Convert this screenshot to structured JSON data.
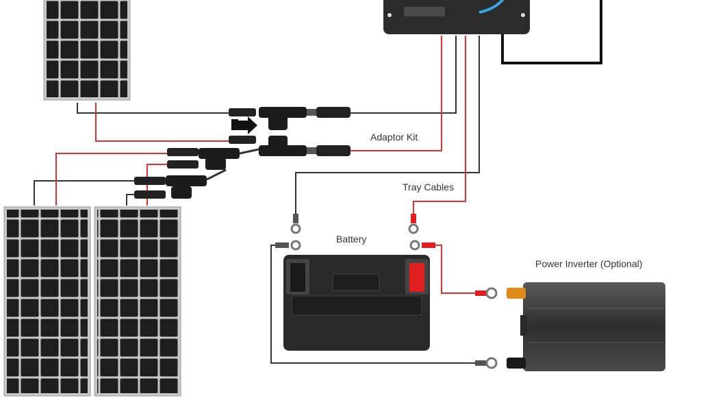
{
  "labels": {
    "adaptor_kit": "Adaptor Kit",
    "tray_cables": "Tray Cables",
    "battery": "Battery",
    "power_inverter": "Power Inverter (Optional)"
  },
  "colors": {
    "positive_wire": "#e03030",
    "negative_wire": "#333333",
    "panel_frame": "#c8c8c8",
    "panel_cell": "#1e1e1e",
    "battery_body": "#2a2a2a",
    "battery_positive": "#e02020",
    "inverter_body": "#3a3a3a",
    "controller_body": "#2b2b2b",
    "controller_accent": "#3aa8e0"
  },
  "components": {
    "solar_panels": [
      "solar-panel-top",
      "solar-panel-bottom-left",
      "solar-panel-bottom-right"
    ],
    "charge_controller": "charge-controller",
    "battery": "battery",
    "inverter": "power-inverter",
    "connectors": "branch-connectors-icon"
  }
}
